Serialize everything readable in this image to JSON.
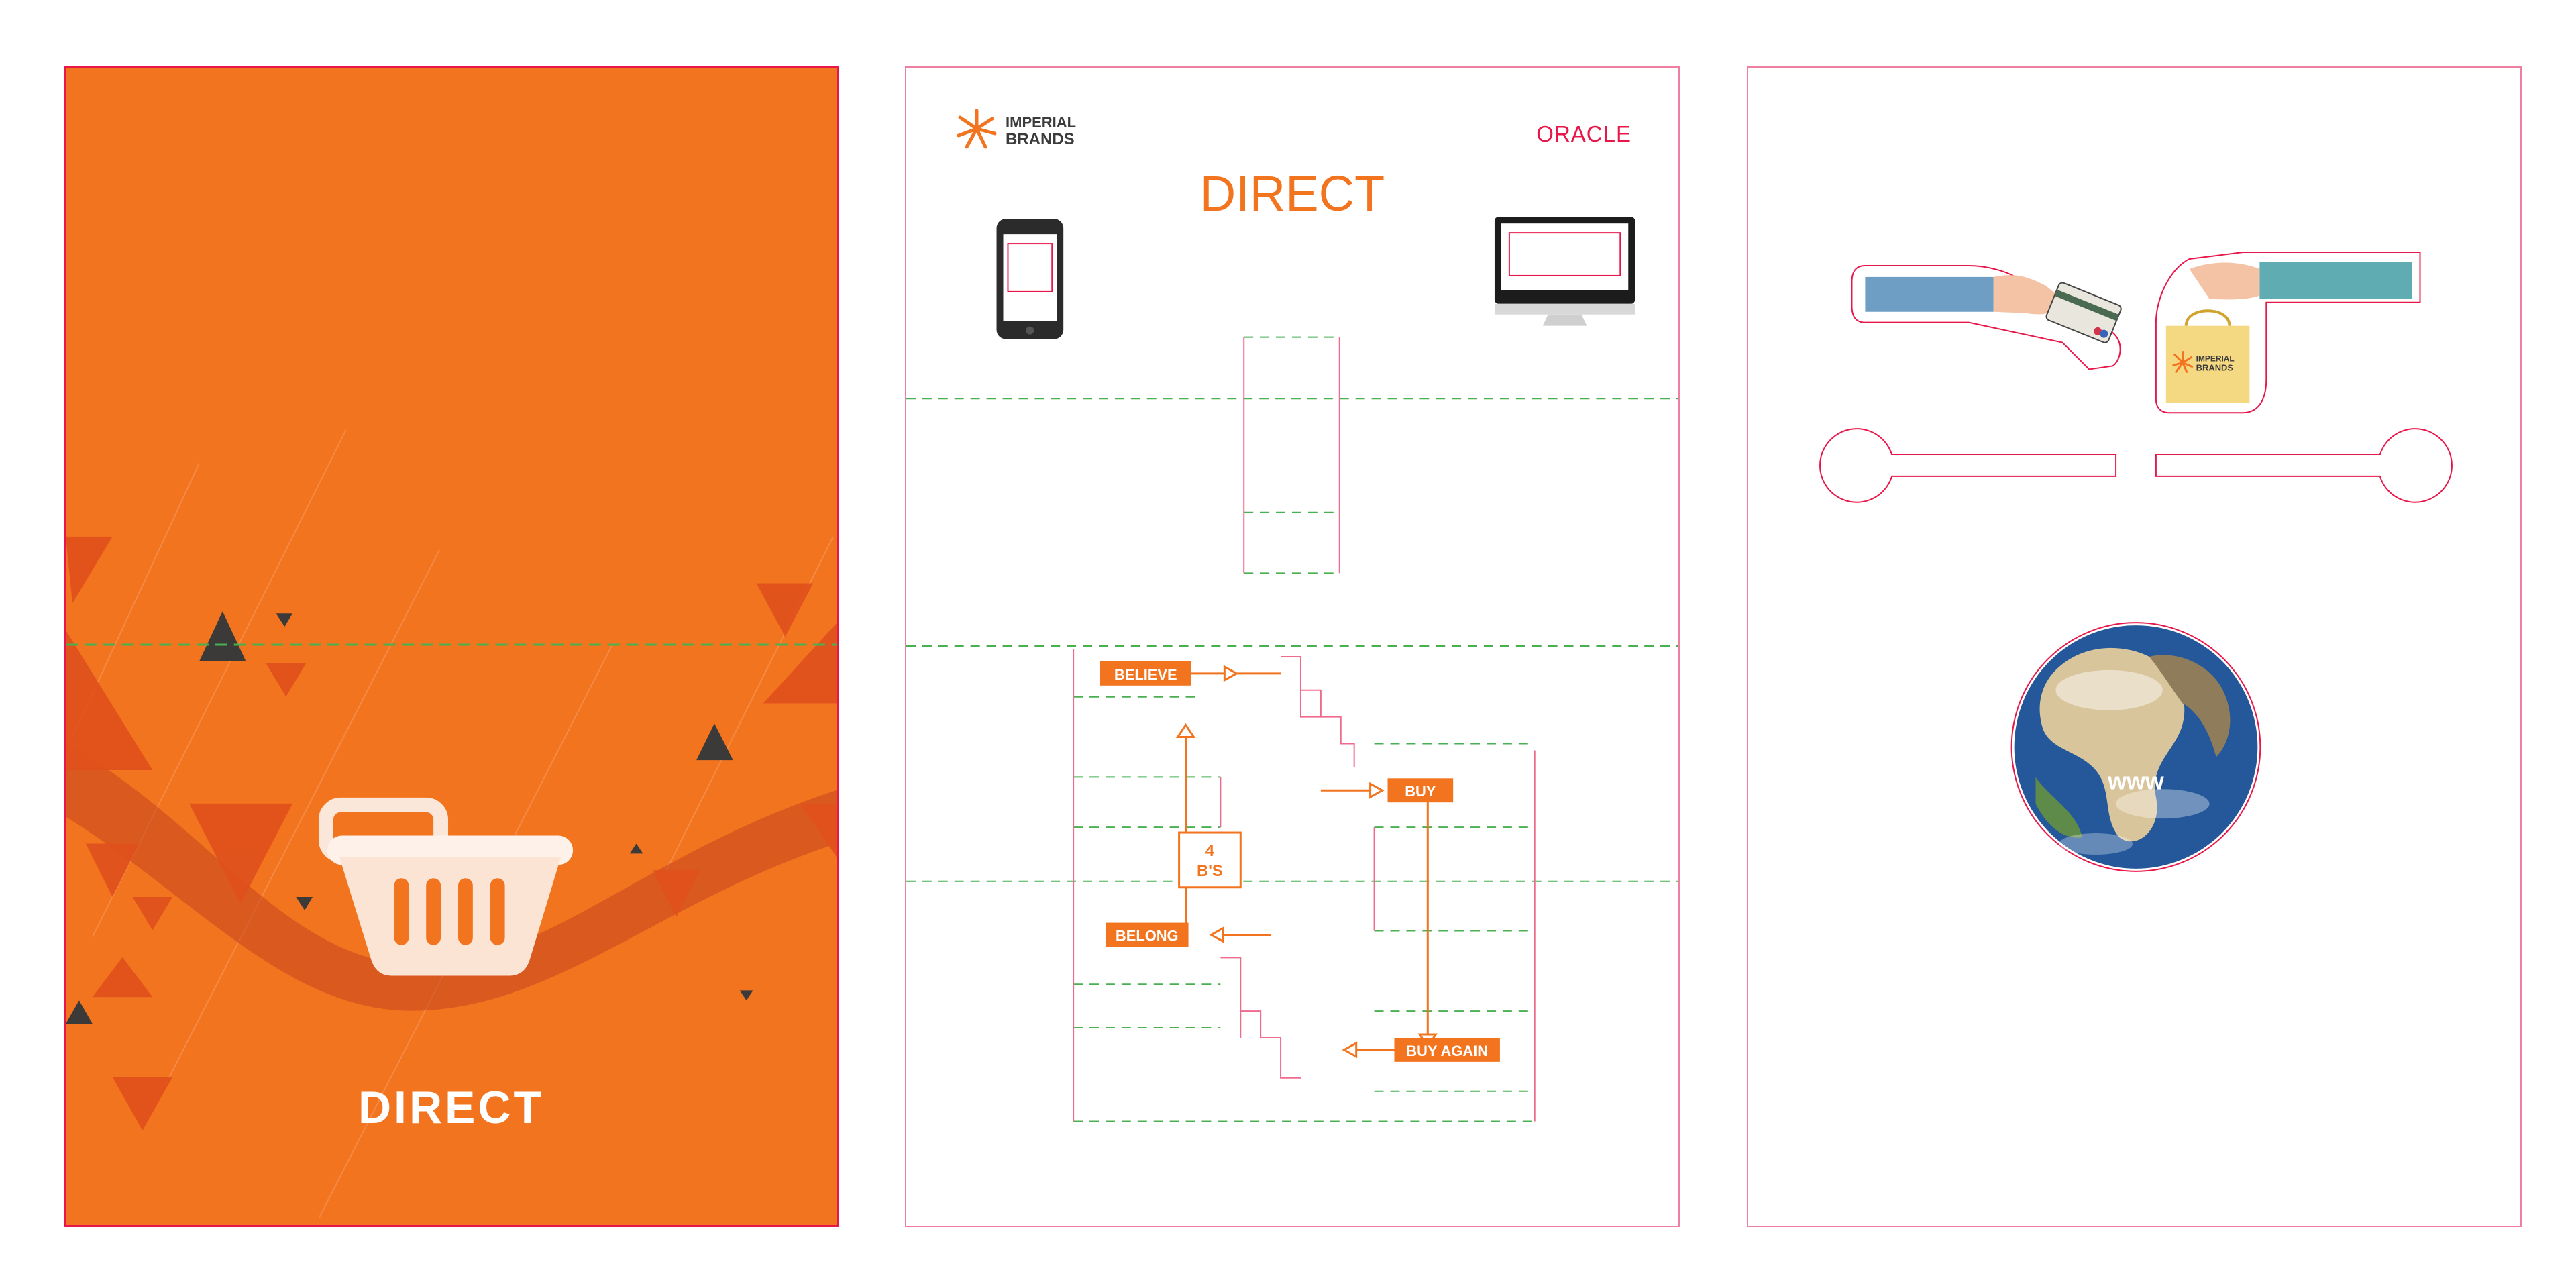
{
  "cover": {
    "title": "DIRECT",
    "background_color": "#f2741f",
    "icon": "shopping-basket-icon"
  },
  "diagram": {
    "brand": {
      "line1": "IMPERIAL",
      "line2": "BRANDS"
    },
    "partner": "ORACLE",
    "title": "DIRECT",
    "devices": [
      "smartphone-icon",
      "desktop-monitor-icon"
    ],
    "cycle": {
      "center": {
        "line1": "4",
        "line2": "B'S"
      },
      "steps": [
        "BELIEVE",
        "BUY",
        "BUY AGAIN",
        "BELONG"
      ]
    },
    "accent_color": "#f2741f"
  },
  "items": {
    "bag_brand": {
      "line1": "IMPERIAL",
      "line2": "BRANDS"
    },
    "globe_label": "www",
    "icons": [
      "hand-card-icon",
      "hand-bag-icon",
      "globe-icon"
    ]
  }
}
